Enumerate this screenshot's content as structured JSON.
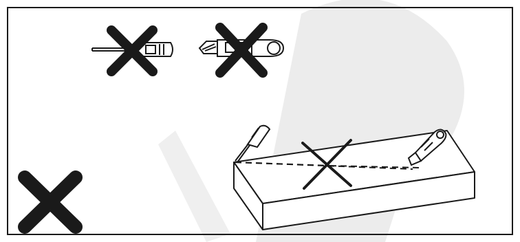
{
  "diagram": {
    "icons": [
      {
        "name": "screwdriver-icon",
        "crossed": true
      },
      {
        "name": "utility-knife-icon",
        "crossed": true
      },
      {
        "name": "screwdriver-on-box-icon",
        "crossed": false
      },
      {
        "name": "utility-knife-on-box-icon",
        "crossed": false
      }
    ],
    "marks": [
      {
        "name": "cross-mark-large",
        "meaning": "prohibited"
      },
      {
        "name": "cross-mark-on-box",
        "meaning": "do not cut here"
      }
    ],
    "colors": {
      "ink": "#1a1a1a",
      "border": "#1a1a1a",
      "background": "#ffffff",
      "watermark": "#ececec"
    }
  }
}
